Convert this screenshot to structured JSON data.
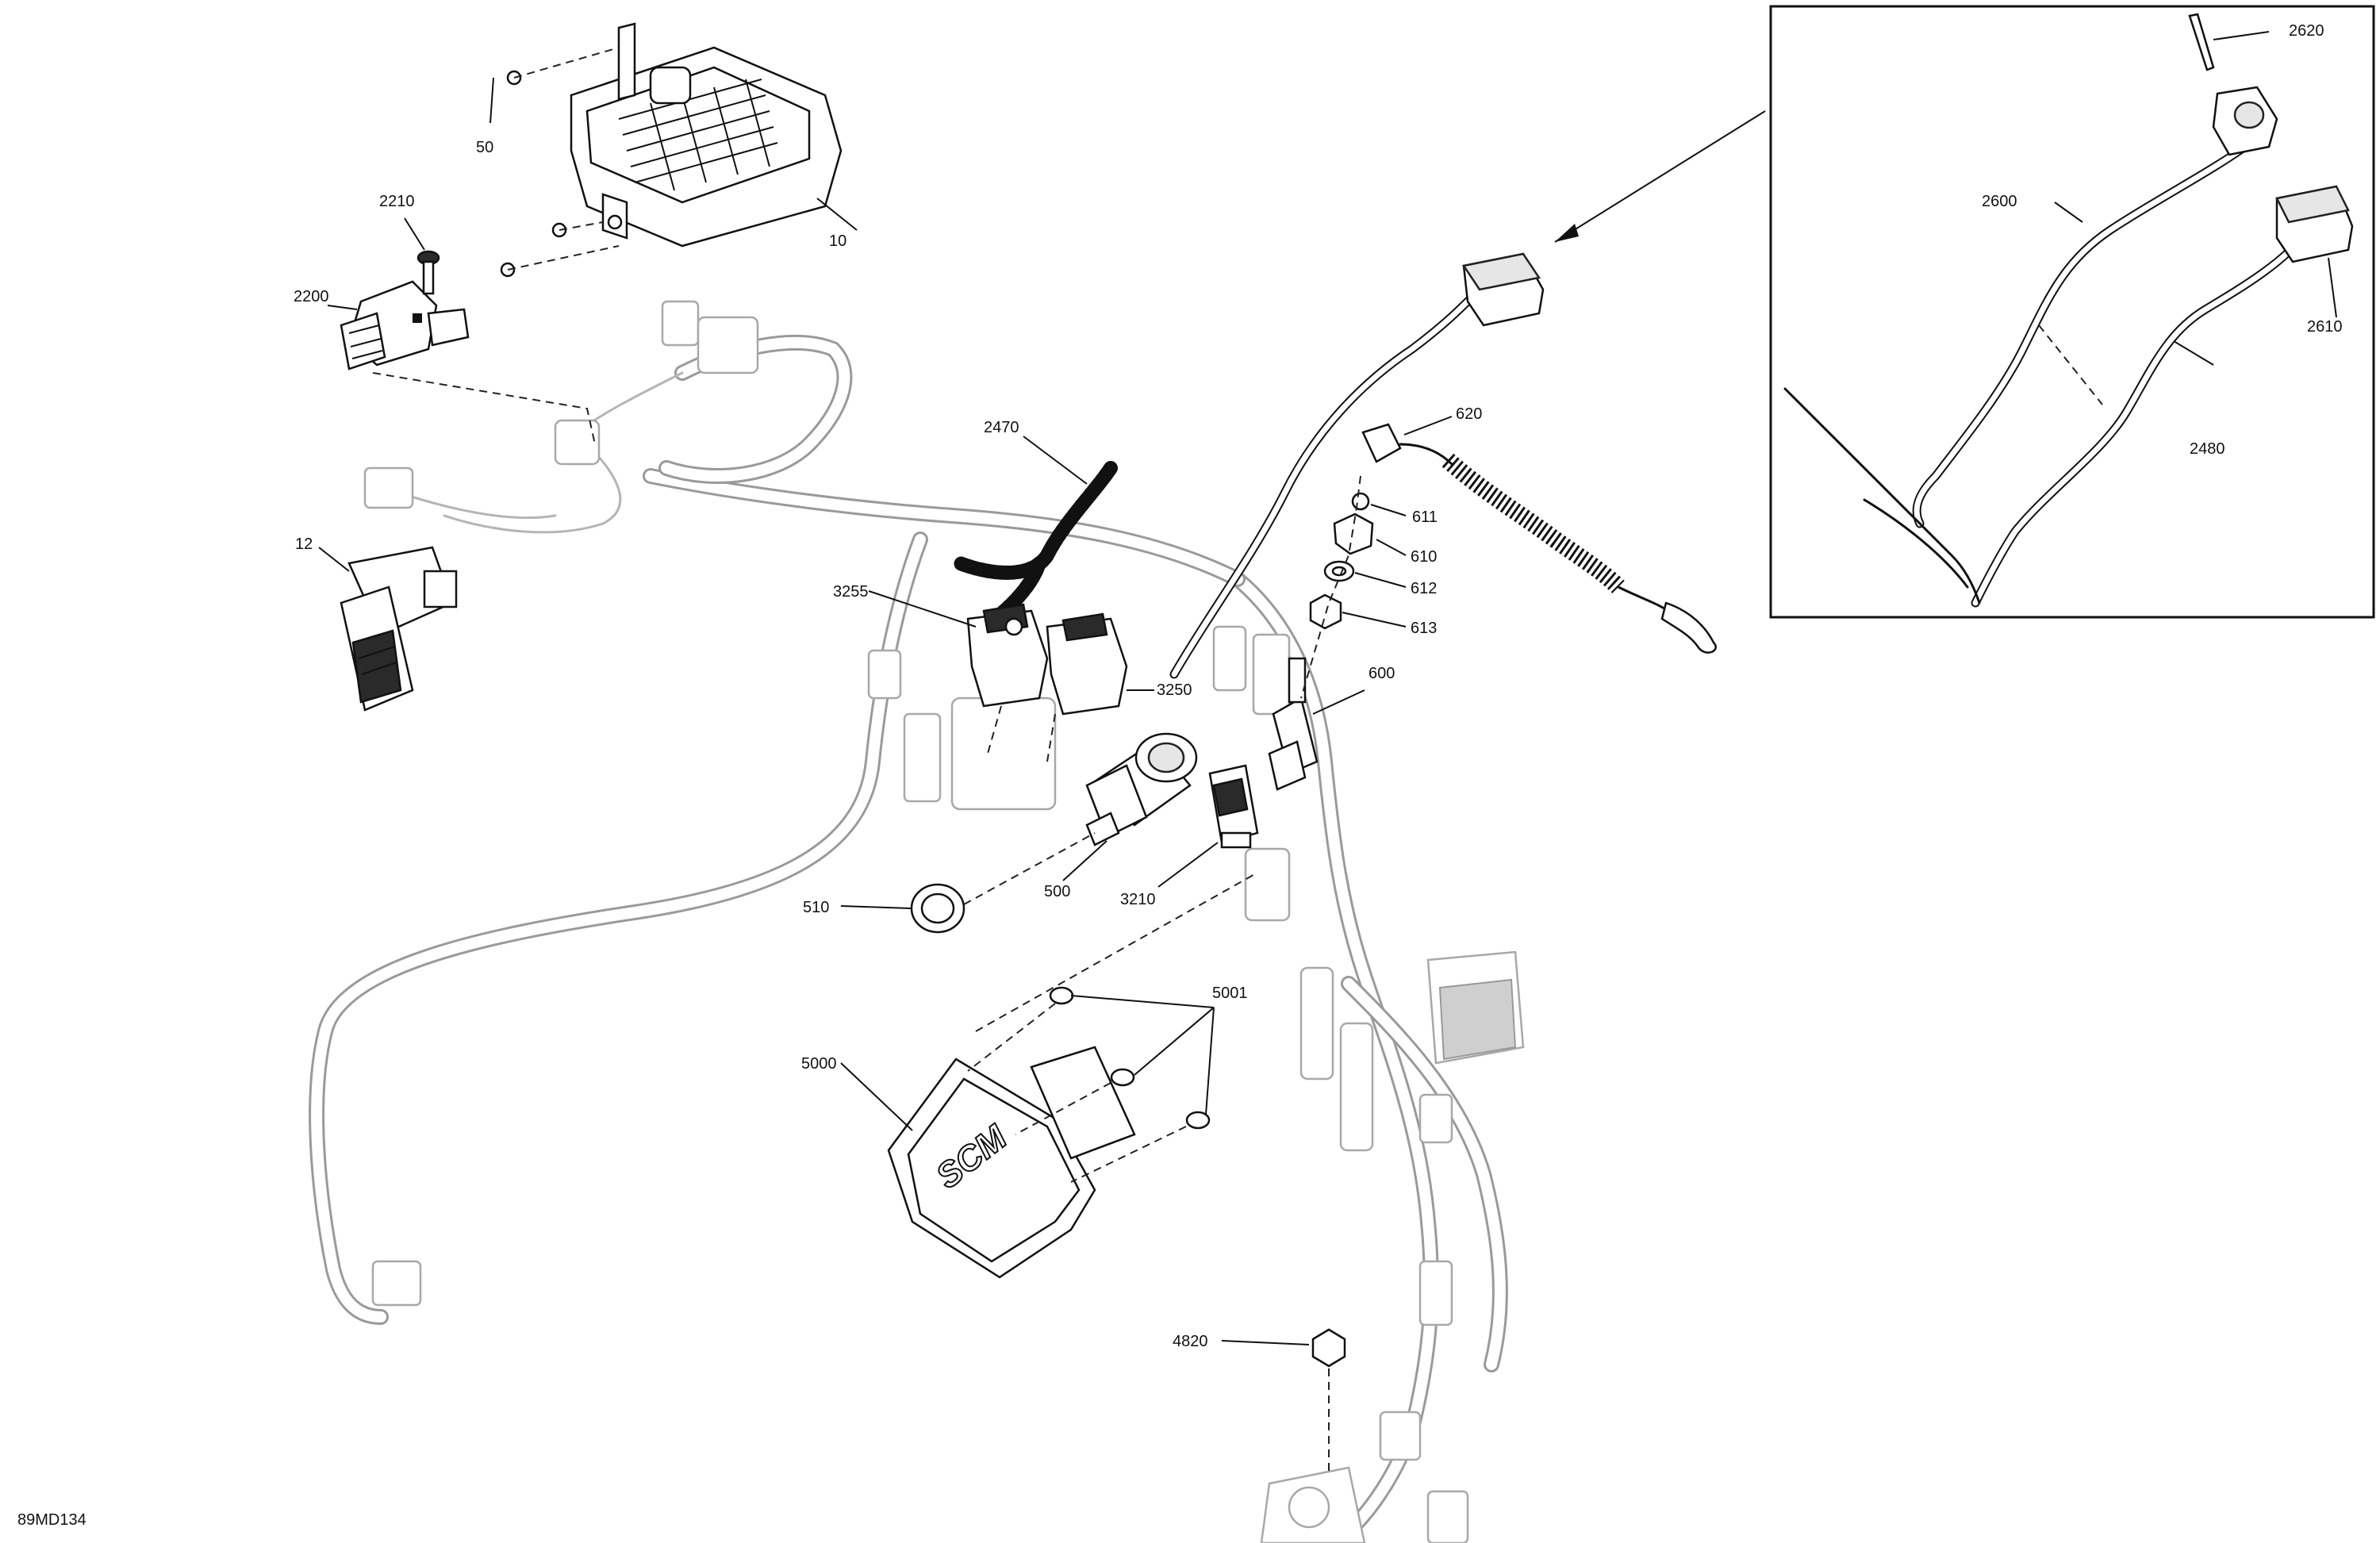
{
  "diagram": {
    "drawing_number": "89MD134",
    "callouts": {
      "c10": "10",
      "c12": "12",
      "c50": "50",
      "c500": "500",
      "c510": "510",
      "c600": "600",
      "c610": "610",
      "c611": "611",
      "c612": "612",
      "c613": "613",
      "c620": "620",
      "c2200": "2200",
      "c2210": "2210",
      "c2470": "2470",
      "c2480": "2480",
      "c2600": "2600",
      "c2610": "2610",
      "c2620": "2620",
      "c3210": "3210",
      "c3250": "3250",
      "c3255": "3255",
      "c4820": "4820",
      "c5000": "5000",
      "c5001": "5001"
    },
    "module_logo": "SCM",
    "colors": {
      "line": "#111111",
      "harness": "#b5b5b5",
      "background": "#ffffff"
    }
  }
}
